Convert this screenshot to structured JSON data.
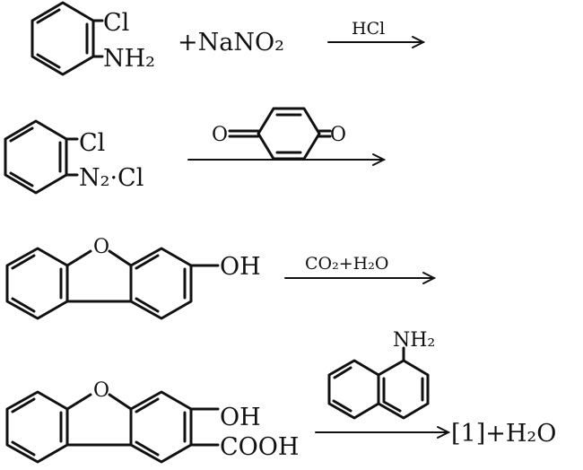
{
  "scheme": {
    "step1": {
      "substituent_cl": "Cl",
      "substituent_nh2": "NH₂",
      "plus_reagent": "+NaNO₂",
      "condition": "HCl"
    },
    "step2": {
      "substituent_cl": "Cl",
      "substituent_n2cl": "N₂·Cl",
      "quinone_o_left": "O",
      "quinone_o_right": "O"
    },
    "step3": {
      "substituent_oh": "OH",
      "ring_o": "O",
      "condition": "CO₂+H₂O"
    },
    "step4": {
      "ring_o": "O",
      "substituent_oh": "OH",
      "substituent_cooh": "COOH",
      "naphthyl_nh2": "NH₂",
      "product": "[1]+H₂O"
    }
  }
}
